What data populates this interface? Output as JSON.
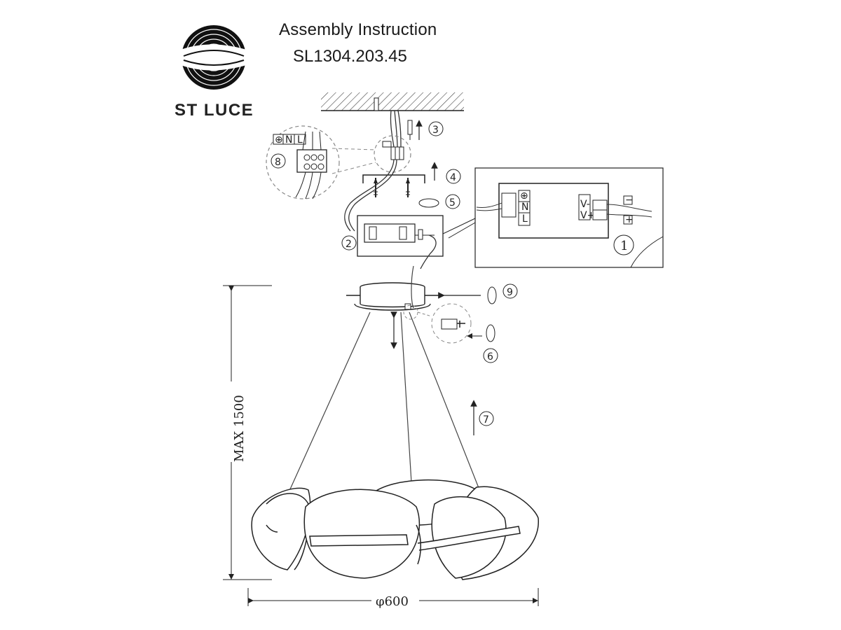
{
  "header": {
    "title": "Assembly Instruction",
    "model": "SL1304.203.45",
    "brand": "ST LUCE"
  },
  "callouts": {
    "c1": "1",
    "c2": "2",
    "c3": "3",
    "c4": "4",
    "c5": "5",
    "c6": "6",
    "c7": "7",
    "c8": "8",
    "c9": "9"
  },
  "dimensions": {
    "height": "MAX  1500",
    "diameter": "φ600"
  },
  "terminal_labels": {
    "ground": "⊕",
    "neutral": "N",
    "live": "L",
    "driver_v_minus": "V-",
    "driver_v_plus": "V+",
    "wire_minus": "−",
    "wire_plus": "+"
  }
}
